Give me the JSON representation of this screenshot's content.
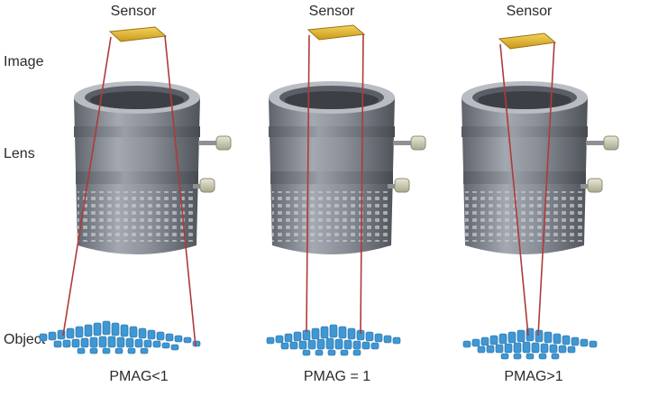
{
  "row_labels": {
    "image": "Image",
    "lens": "Lens",
    "object": "Object"
  },
  "panels": [
    {
      "sensor_label": "Sensor",
      "caption": "PMAG<1"
    },
    {
      "sensor_label": "Sensor",
      "caption": "PMAG = 1"
    },
    {
      "sensor_label": "Sensor",
      "caption": "PMAG>1"
    }
  ],
  "colors": {
    "ray": "#b03a3a",
    "sensor": "#e9c23a",
    "lens_body": "#7f838c",
    "object_cell": "#3f97d3"
  }
}
